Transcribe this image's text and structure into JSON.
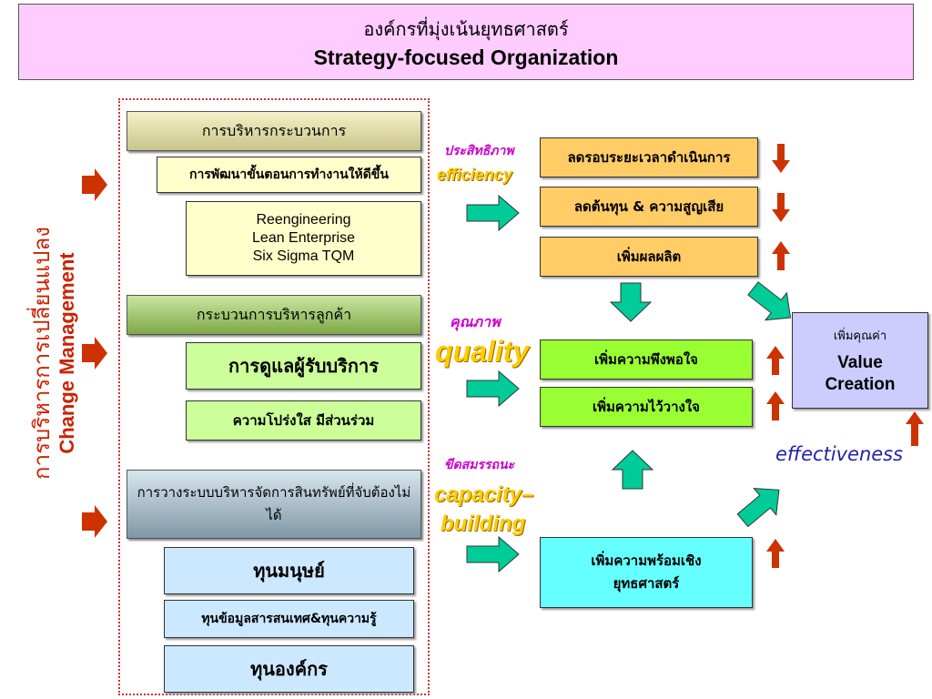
{
  "title": {
    "thai": "องค์กรที่มุ่งเน้นยุทธศาสตร์",
    "english": "Strategy-focused Organization"
  },
  "change_management": {
    "thai": "การบริหารการเปลี่ยนแปลง",
    "english": "Change Management"
  },
  "group1": {
    "header": "การบริหารกระบวนการ",
    "sub": "การพัฒนาขั้นตอนการทำงานให้ดีขึ้น",
    "methods": [
      "Reengineering",
      "Lean Enterprise",
      "Six Sigma TQM"
    ]
  },
  "group2": {
    "header": "กระบวนการบริหารลูกค้า",
    "items": [
      "การดูแลผู้รับบริการ",
      "ความโปร่งใส มีส่วนร่วม"
    ]
  },
  "group3": {
    "header": "การวางระบบบริหารจัดการสินทรัพย์ที่จับต้องไม่ได้",
    "items": [
      "ทุนมนุษย์",
      "ทุนข้อมูลสารสนเทศ&ทุนความรู้",
      "ทุนองค์กร"
    ]
  },
  "labels": {
    "efficiency_th": "ประสิทธิภาพ",
    "efficiency_en": "efficiency",
    "quality_th": "คุณภาพ",
    "quality_en": "quality",
    "capacity_th": "ขีดสมรรถนะ",
    "capacity_en1": "capacity–",
    "capacity_en2": "building",
    "effectiveness": "effectiveness"
  },
  "outcomes": {
    "reduce_time": "ลดรอบระยะเวลาดำเนินการ",
    "reduce_cost": "ลดต้นทุน & ความสูญเสีย",
    "increase_output": "เพิ่มผลผลิต",
    "increase_satisfaction": "เพิ่มความพึงพอใจ",
    "increase_trust": "เพิ่มความไว้วางใจ",
    "readiness_line1": "เพิ่มความพร้อมเชิง",
    "readiness_line2": "ยุทธศาสตร์"
  },
  "value_creation": {
    "thai": "เพิ่มคุณค่า",
    "line1": "Value",
    "line2": "Creation"
  },
  "colors": {
    "arrow_red": "#cc3300",
    "arrow_green": "#00cc99",
    "title_bg": "#ffccff"
  }
}
